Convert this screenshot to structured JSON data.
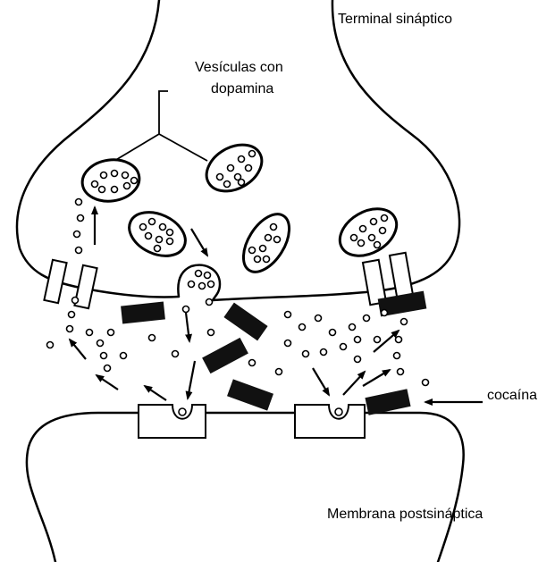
{
  "labels": {
    "terminal": "Terminal sináptico",
    "vesicles_line1": "Vesículas con",
    "vesicles_line2": "dopamina",
    "cocaine": "cocaína",
    "membrane": "Membrana postsináptica"
  }
}
